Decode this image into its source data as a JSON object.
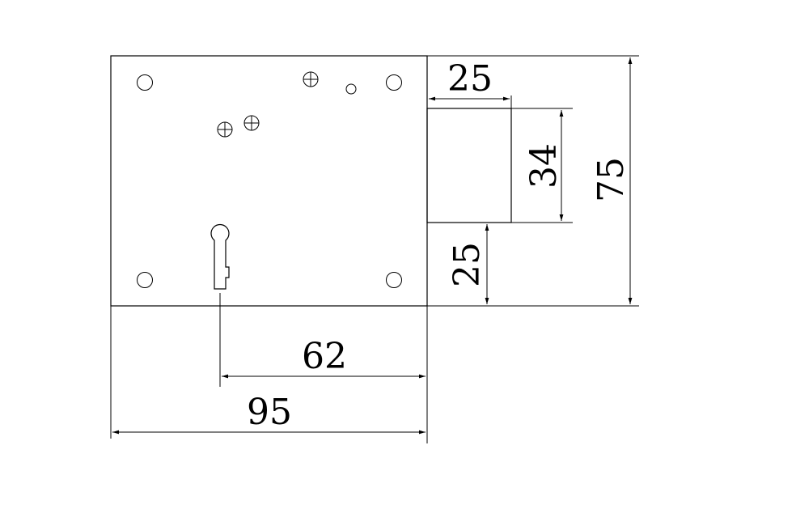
{
  "dimensions": {
    "bolt_width": "25",
    "bolt_height": "34",
    "total_height": "75",
    "bolt_offset": "25",
    "keyhole_offset": "62",
    "total_width": "95"
  },
  "colors": {
    "stroke": "#000000",
    "background": "#ffffff"
  },
  "icons": {
    "screw": "screw-cross-icon",
    "hole": "mounting-hole-icon",
    "keyhole": "keyhole-icon"
  }
}
